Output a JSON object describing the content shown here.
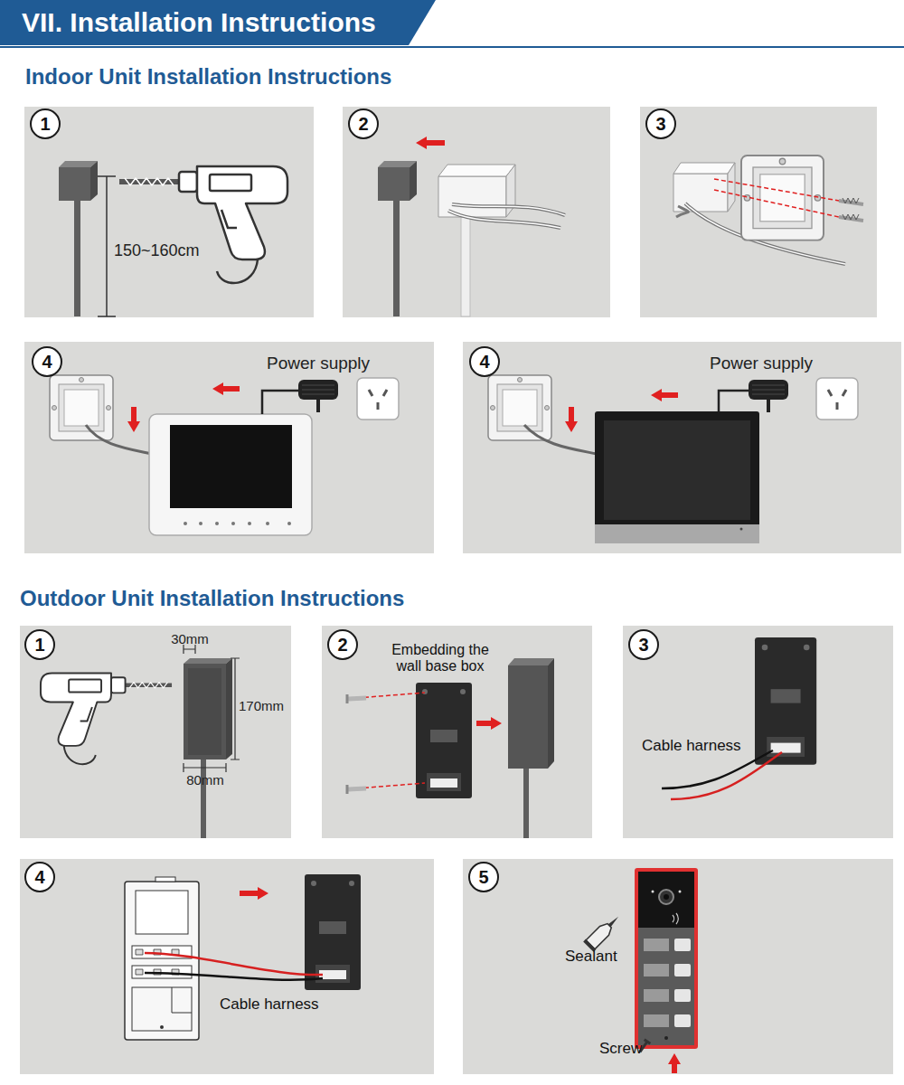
{
  "diagram": {
    "title": "VII. Installation Instructions",
    "nodes": [
      {
        "text": [
          "1"
        ]
      },
      {
        "text": [
          "2"
        ]
      },
      {
        "text": [
          "3"
        ]
      },
      {
        "text": [
          "4"
        ]
      },
      {
        "text": [
          "4"
        ]
      },
      {
        "text": [
          "1"
        ]
      },
      {
        "text": [
          "2"
        ]
      },
      {
        "text": [
          "3"
        ]
      },
      {
        "text": [
          "4"
        ]
      },
      {
        "text": [
          "5"
        ]
      }
    ],
    "labels": [
      "Indoor Unit Installation Instructions",
      "150~160cm",
      "Power supply",
      "Power supply",
      "Outdoor Unit Installation Instructions",
      "30mm",
      "170mm",
      "80mm",
      "Embedding the wall base box",
      "Cable harness",
      "Cable harness",
      "Sealant",
      "Screw"
    ]
  }
}
